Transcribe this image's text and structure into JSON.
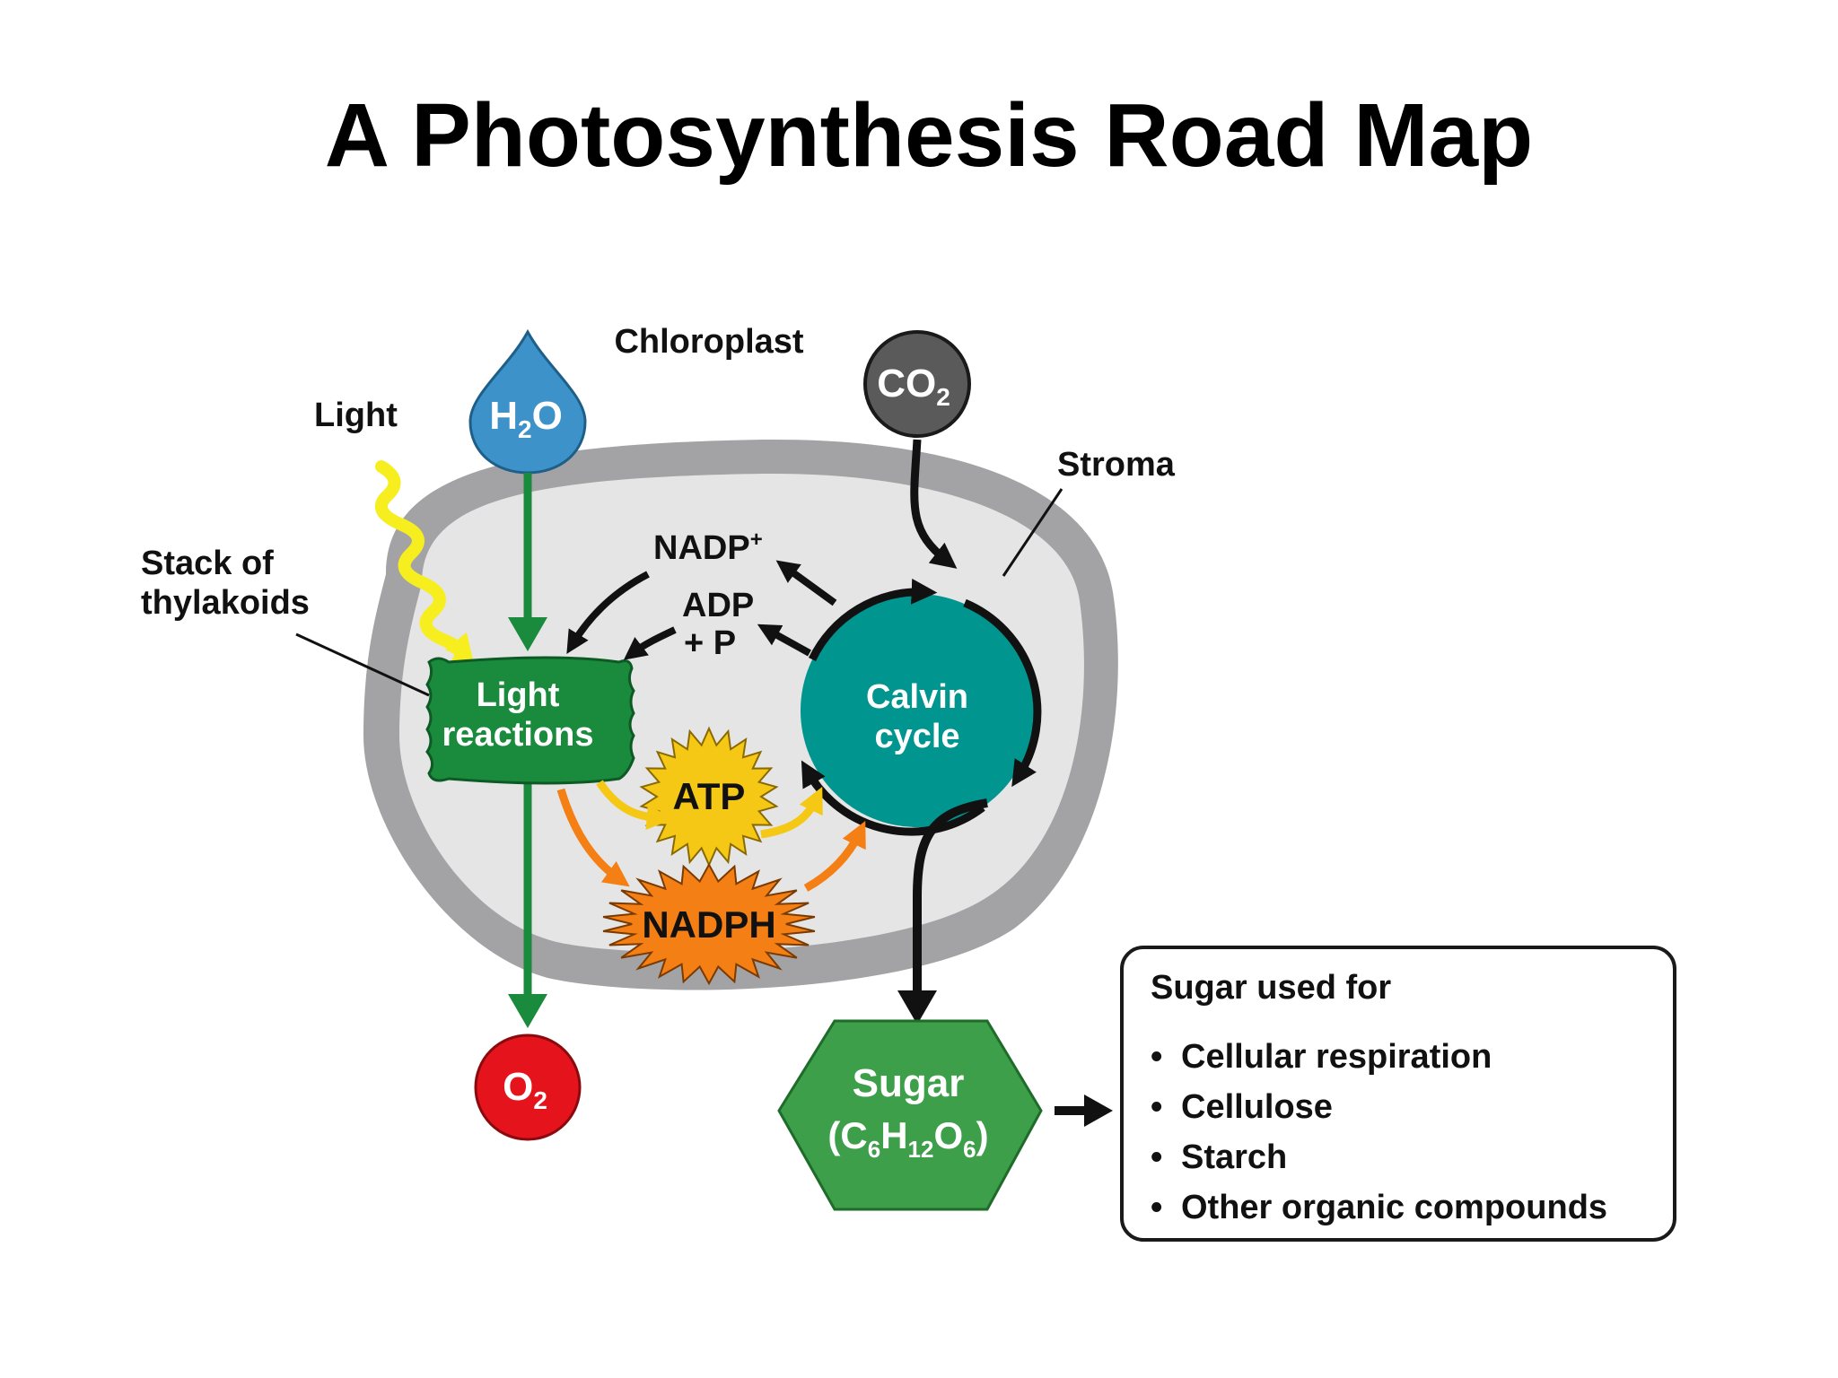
{
  "title": "A Photosynthesis Road Map",
  "labels": {
    "chloroplast": "Chloroplast",
    "light": "Light",
    "stack_line1": "Stack of",
    "stack_line2": "thylakoids",
    "stroma": "Stroma",
    "nadp_plus_base": "NADP",
    "nadp_plus_sup": "+",
    "adp_line1": "ADP",
    "adp_line2": "+ P"
  },
  "molecules": {
    "h2o": {
      "pre": "H",
      "sub": "2",
      "post": "O"
    },
    "co2": {
      "pre": "CO",
      "sub": "2"
    },
    "o2": {
      "pre": "O",
      "sub": "2"
    },
    "atp": "ATP",
    "nadph": "NADPH",
    "sugar_name": "Sugar",
    "sugar_formula": {
      "open": "(C",
      "s1": "6",
      "h": "H",
      "s2": "12",
      "o": "O",
      "s3": "6",
      "close": ")"
    }
  },
  "processes": {
    "light_reactions_line1": "Light",
    "light_reactions_line2": "reactions",
    "calvin_line1": "Calvin",
    "calvin_line2": "cycle"
  },
  "sugar_uses": {
    "heading": "Sugar used for",
    "bullet": "•",
    "items": [
      "Cellular respiration",
      "Cellulose",
      "Starch",
      "Other organic compounds"
    ]
  },
  "colors": {
    "water_blue": "#3d93c9",
    "co2_gray": "#5a5a5a",
    "oxygen_red": "#e5141c",
    "thylakoid_green": "#1a8a3c",
    "calvin_teal": "#00958f",
    "sugar_green": "#3d9f4a",
    "atp_yellow": "#f6c816",
    "nadph_orange": "#f47f14",
    "membrane_gray": "#a3a3a5",
    "stroma_gray": "#e5e5e6",
    "light_yellow": "#f6ee1e"
  }
}
